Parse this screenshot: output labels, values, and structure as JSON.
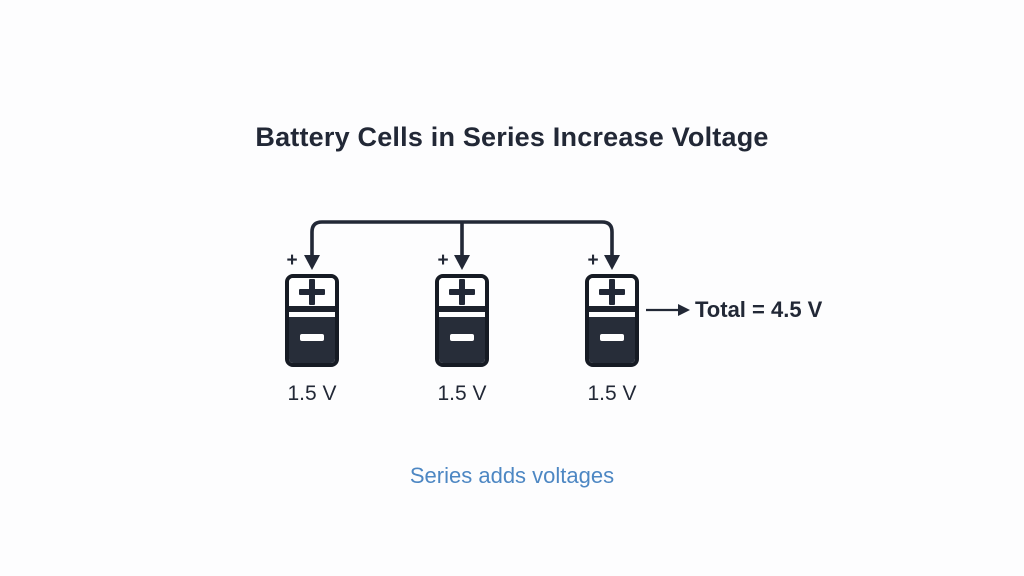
{
  "title": "Battery Cells in Series Increase Voltage",
  "caption": "Series adds voltages",
  "total": {
    "label": "Total = 4.5 V"
  },
  "batteries": [
    {
      "terminal": "+",
      "voltage": "1.5 V",
      "top_symbol": "plus",
      "bottom_symbol": "minus"
    },
    {
      "terminal": "+",
      "voltage": "1.5 V",
      "top_symbol": "plus",
      "bottom_symbol": "minus"
    },
    {
      "terminal": "+",
      "voltage": "1.5 V",
      "top_symbol": "plus",
      "bottom_symbol": "minus"
    }
  ],
  "icons": {
    "wire_arrows": "arrow-down-icon",
    "total_arrow": "arrow-right-icon",
    "battery_positive": "plus-icon",
    "battery_negative": "minus-icon"
  },
  "colors": {
    "ink": "#222836",
    "battery_dark": "#272d39",
    "battery_border": "#161b24",
    "caption_blue": "#4d87c3",
    "background": "#fdfdfe"
  }
}
